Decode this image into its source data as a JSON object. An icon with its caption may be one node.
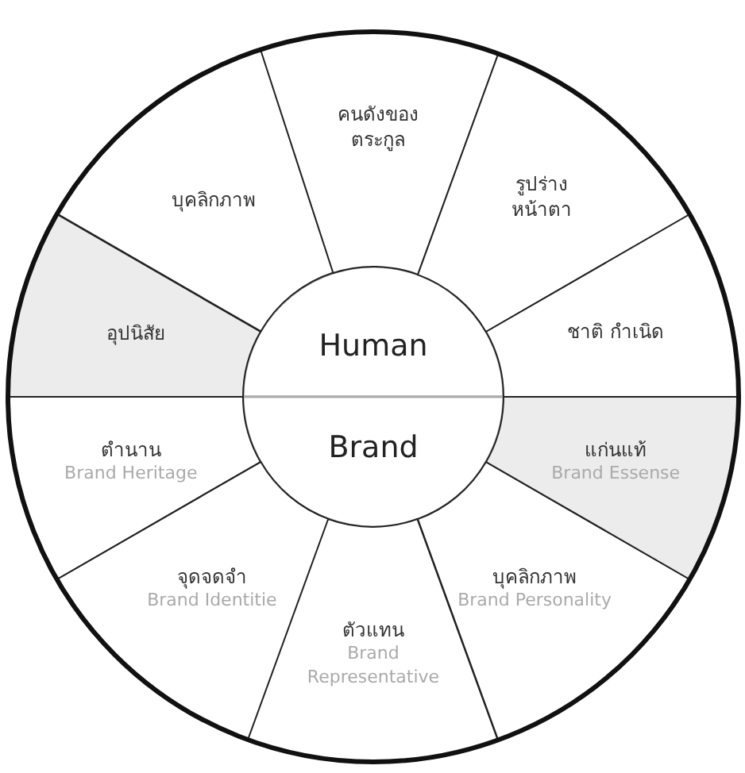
{
  "diagram": {
    "nodes": [
      {
        "text": [
          "Human"
        ]
      },
      {
        "text": [
          "Brand"
        ]
      },
      {
        "text": [
          "อุปนิสัย"
        ]
      },
      {
        "text": [
          "บุคลิกภาพ"
        ]
      },
      {
        "text": [
          "คนดังของตระกูล"
        ]
      },
      {
        "text": [
          "รูปร่างหน้าตา"
        ]
      },
      {
        "text": [
          "ชาติ กำเนิด"
        ]
      },
      {
        "text": [
          "ตำนาน",
          "Brand Heritage"
        ]
      },
      {
        "text": [
          "จุดจดจำ",
          "Brand Identitie"
        ]
      },
      {
        "text": [
          "ตัวแทน",
          "Brand Representative"
        ]
      },
      {
        "text": [
          "บุคลิกภาพ",
          "Brand Personality"
        ]
      },
      {
        "text": [
          "แก่นแท้",
          "Brand Essense"
        ]
      }
    ]
  }
}
